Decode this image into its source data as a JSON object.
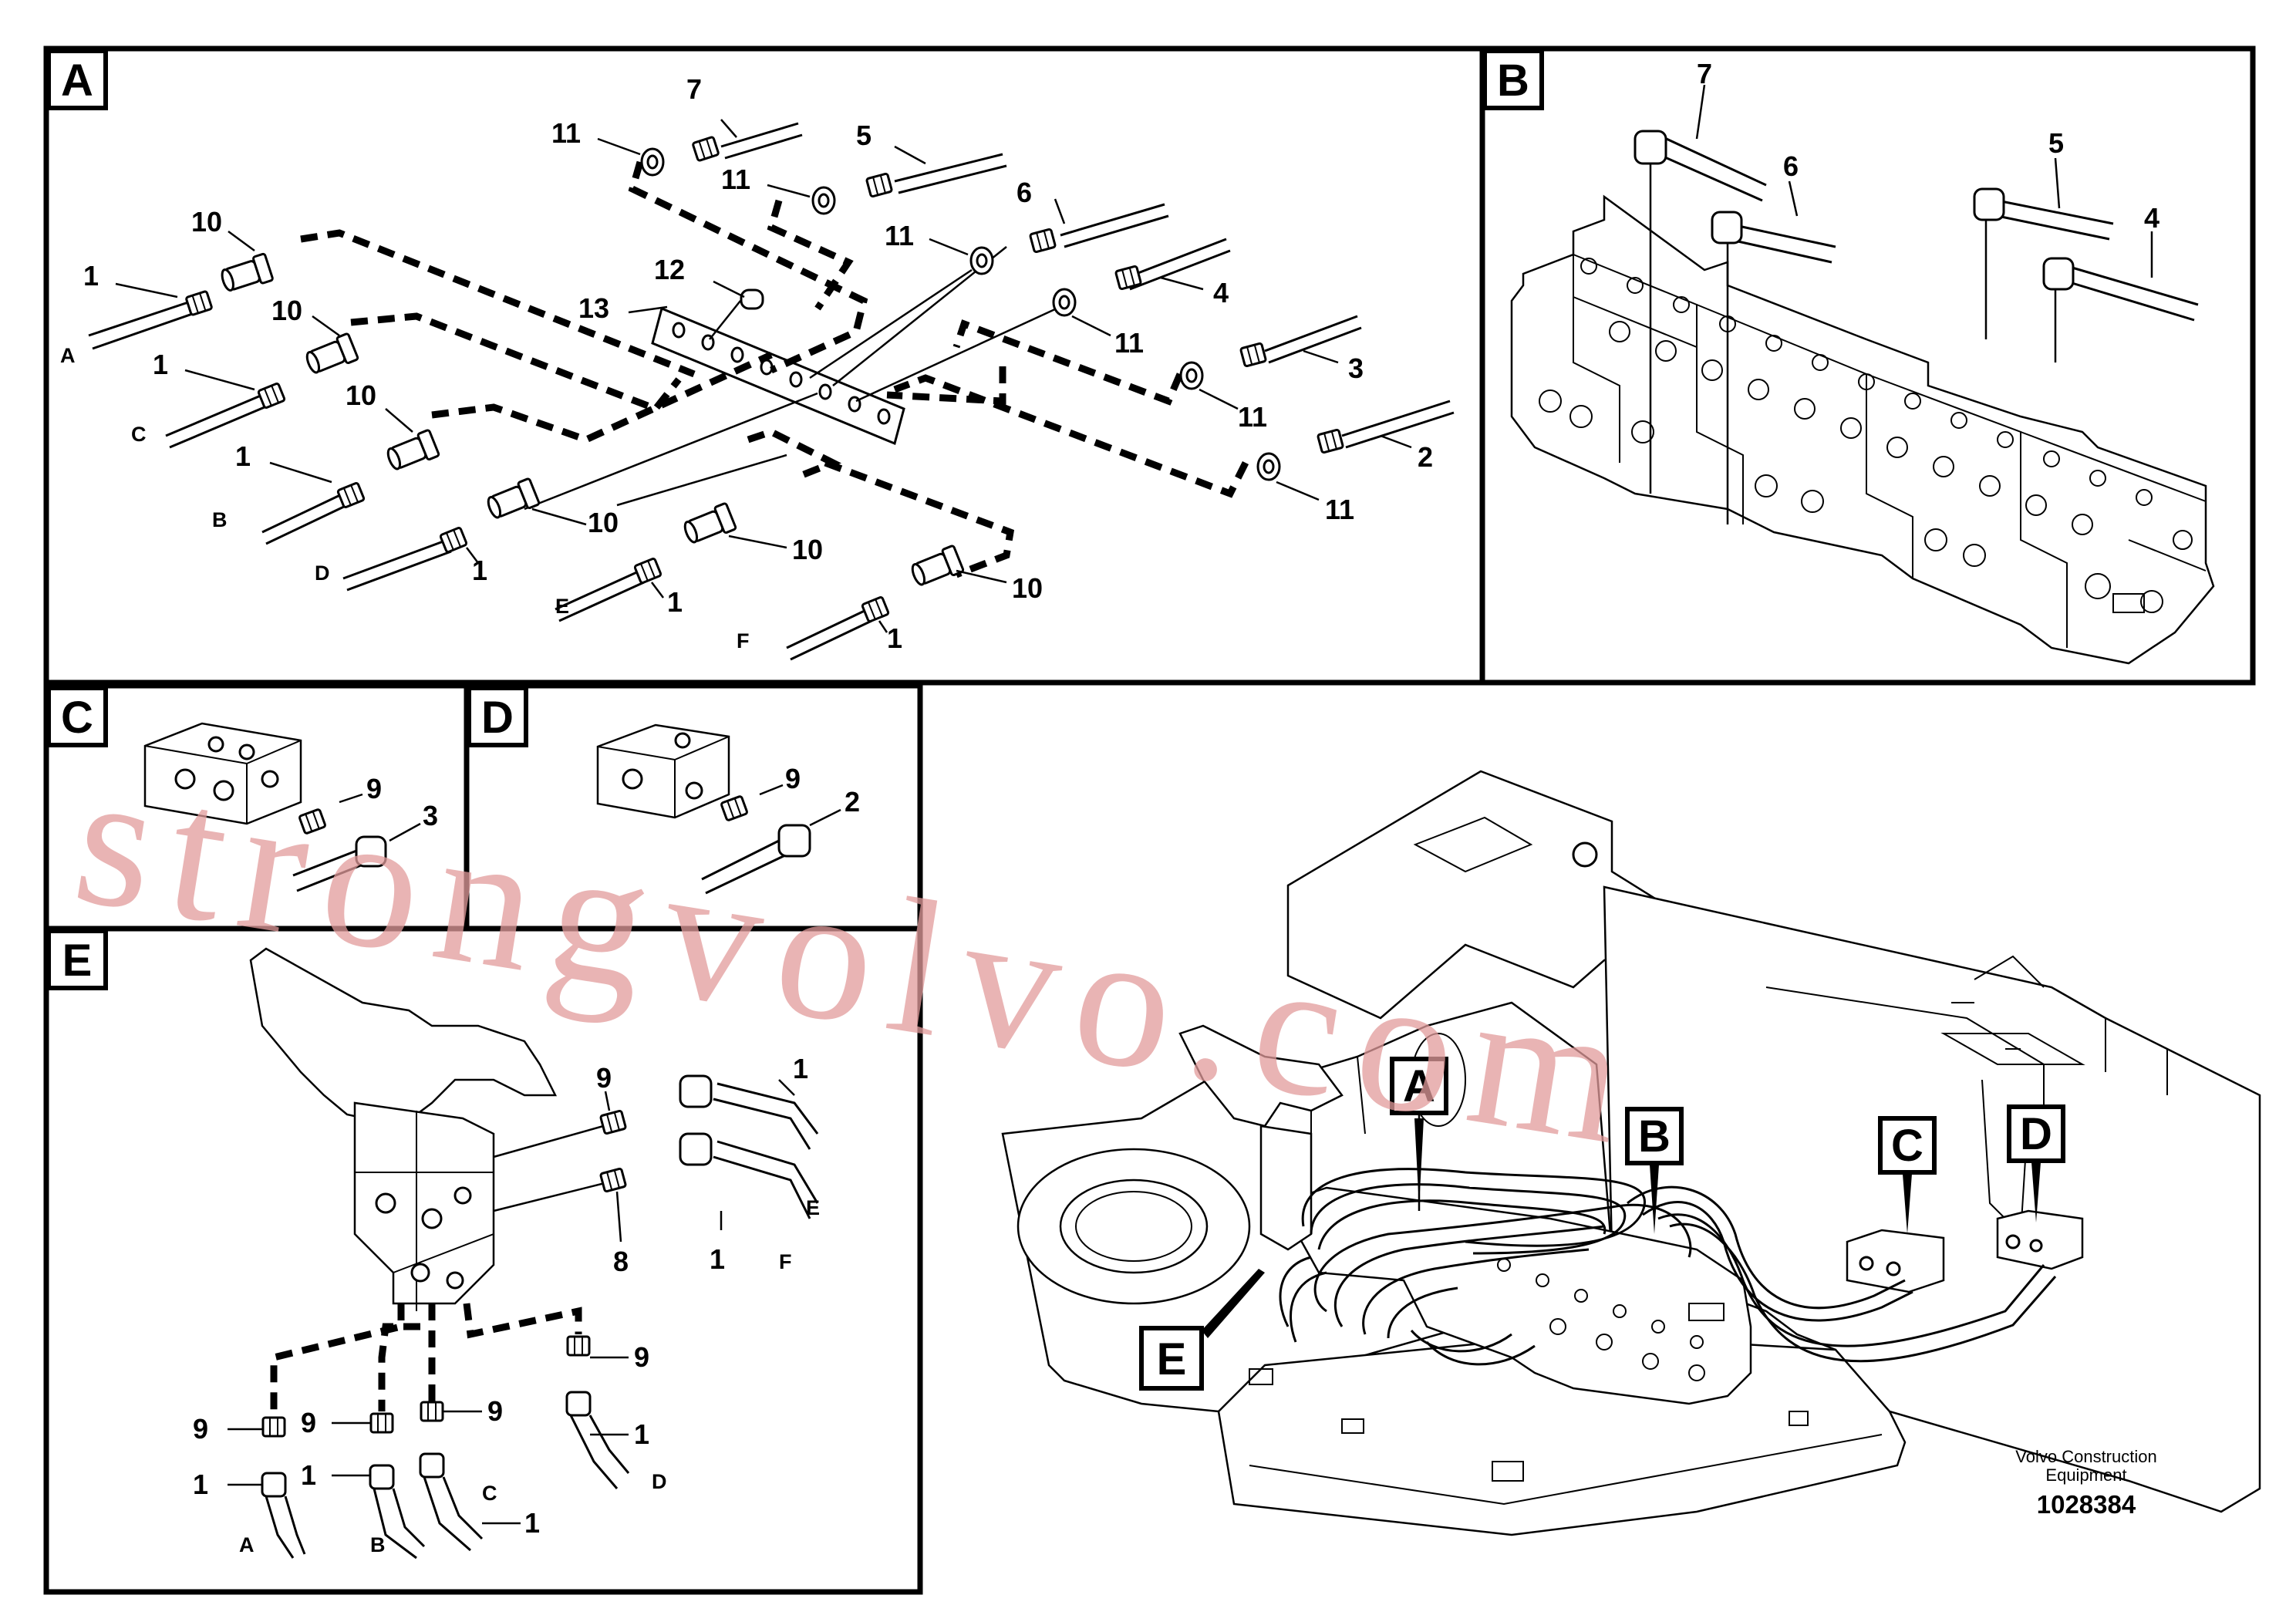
{
  "panels": {
    "A": {
      "label": "A"
    },
    "B": {
      "label": "B"
    },
    "C": {
      "label": "C"
    },
    "D": {
      "label": "D"
    },
    "E": {
      "label": "E"
    }
  },
  "callouts_main": {
    "A": "A",
    "B": "B",
    "C": "C",
    "D": "D",
    "E": "E"
  },
  "part_numbers": {
    "p1": "1",
    "p2": "2",
    "p3": "3",
    "p4": "4",
    "p5": "5",
    "p6": "6",
    "p7": "7",
    "p8": "8",
    "p9": "9",
    "p10": "10",
    "p11": "11",
    "p12": "12",
    "p13": "13"
  },
  "hose_ends": {
    "A": "A",
    "B": "B",
    "C": "C",
    "D": "D",
    "E": "E",
    "F": "F"
  },
  "footer": {
    "company_line1": "Volvo Construction",
    "company_line2": "Equipment",
    "figure_number": "1028384"
  },
  "watermark": "strongvolvo.com"
}
